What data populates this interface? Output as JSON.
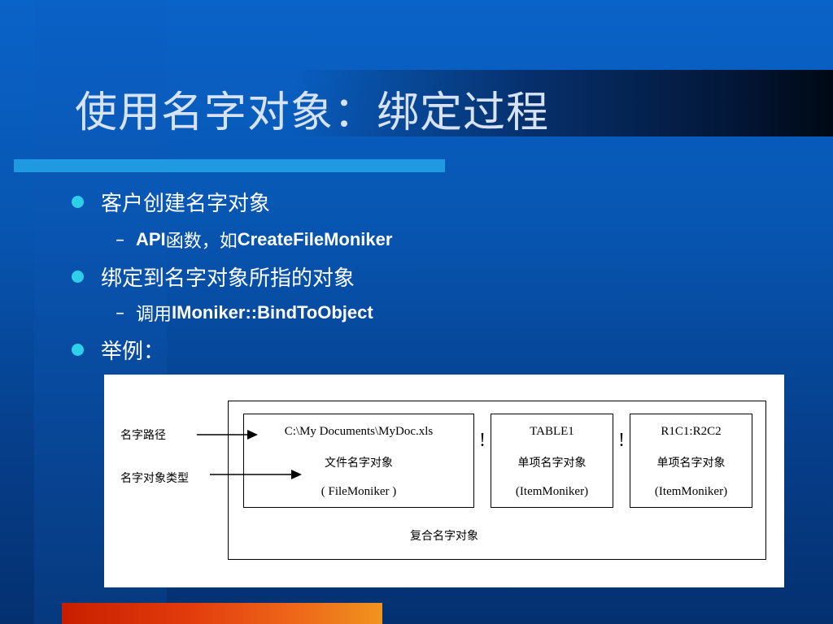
{
  "slide": {
    "title": "使用名字对象：绑定过程",
    "bullets": [
      {
        "text": "客户创建名字对象",
        "sub": {
          "prefix": "API",
          "middle": "函数，如",
          "suffix": "CreateFileMoniker"
        }
      },
      {
        "text": "绑定到名字对象所指的对象",
        "sub": {
          "prefix": "调用",
          "suffix": "IMoniker::BindToObject"
        }
      },
      {
        "text": "举例："
      }
    ],
    "colors": {
      "background": "#0756b2",
      "title_underline": "#1f9ae0",
      "bullet_dot": "#2ecfe8",
      "bottom_bar": "#e23c0c"
    }
  },
  "diagram": {
    "labels": {
      "path": "名字路径",
      "type": "名字对象类型"
    },
    "separator": "!",
    "boxes": [
      {
        "line1": "C:\\My Documents\\MyDoc.xls",
        "line2": "文件名字对象",
        "line3": "( FileMoniker )"
      },
      {
        "line1": "TABLE1",
        "line2": "单项名字对象",
        "line3": "(ItemMoniker)"
      },
      {
        "line1": "R1C1:R2C2",
        "line2": "单项名字对象",
        "line3": "(ItemMoniker)"
      }
    ],
    "caption": "复合名字对象"
  }
}
